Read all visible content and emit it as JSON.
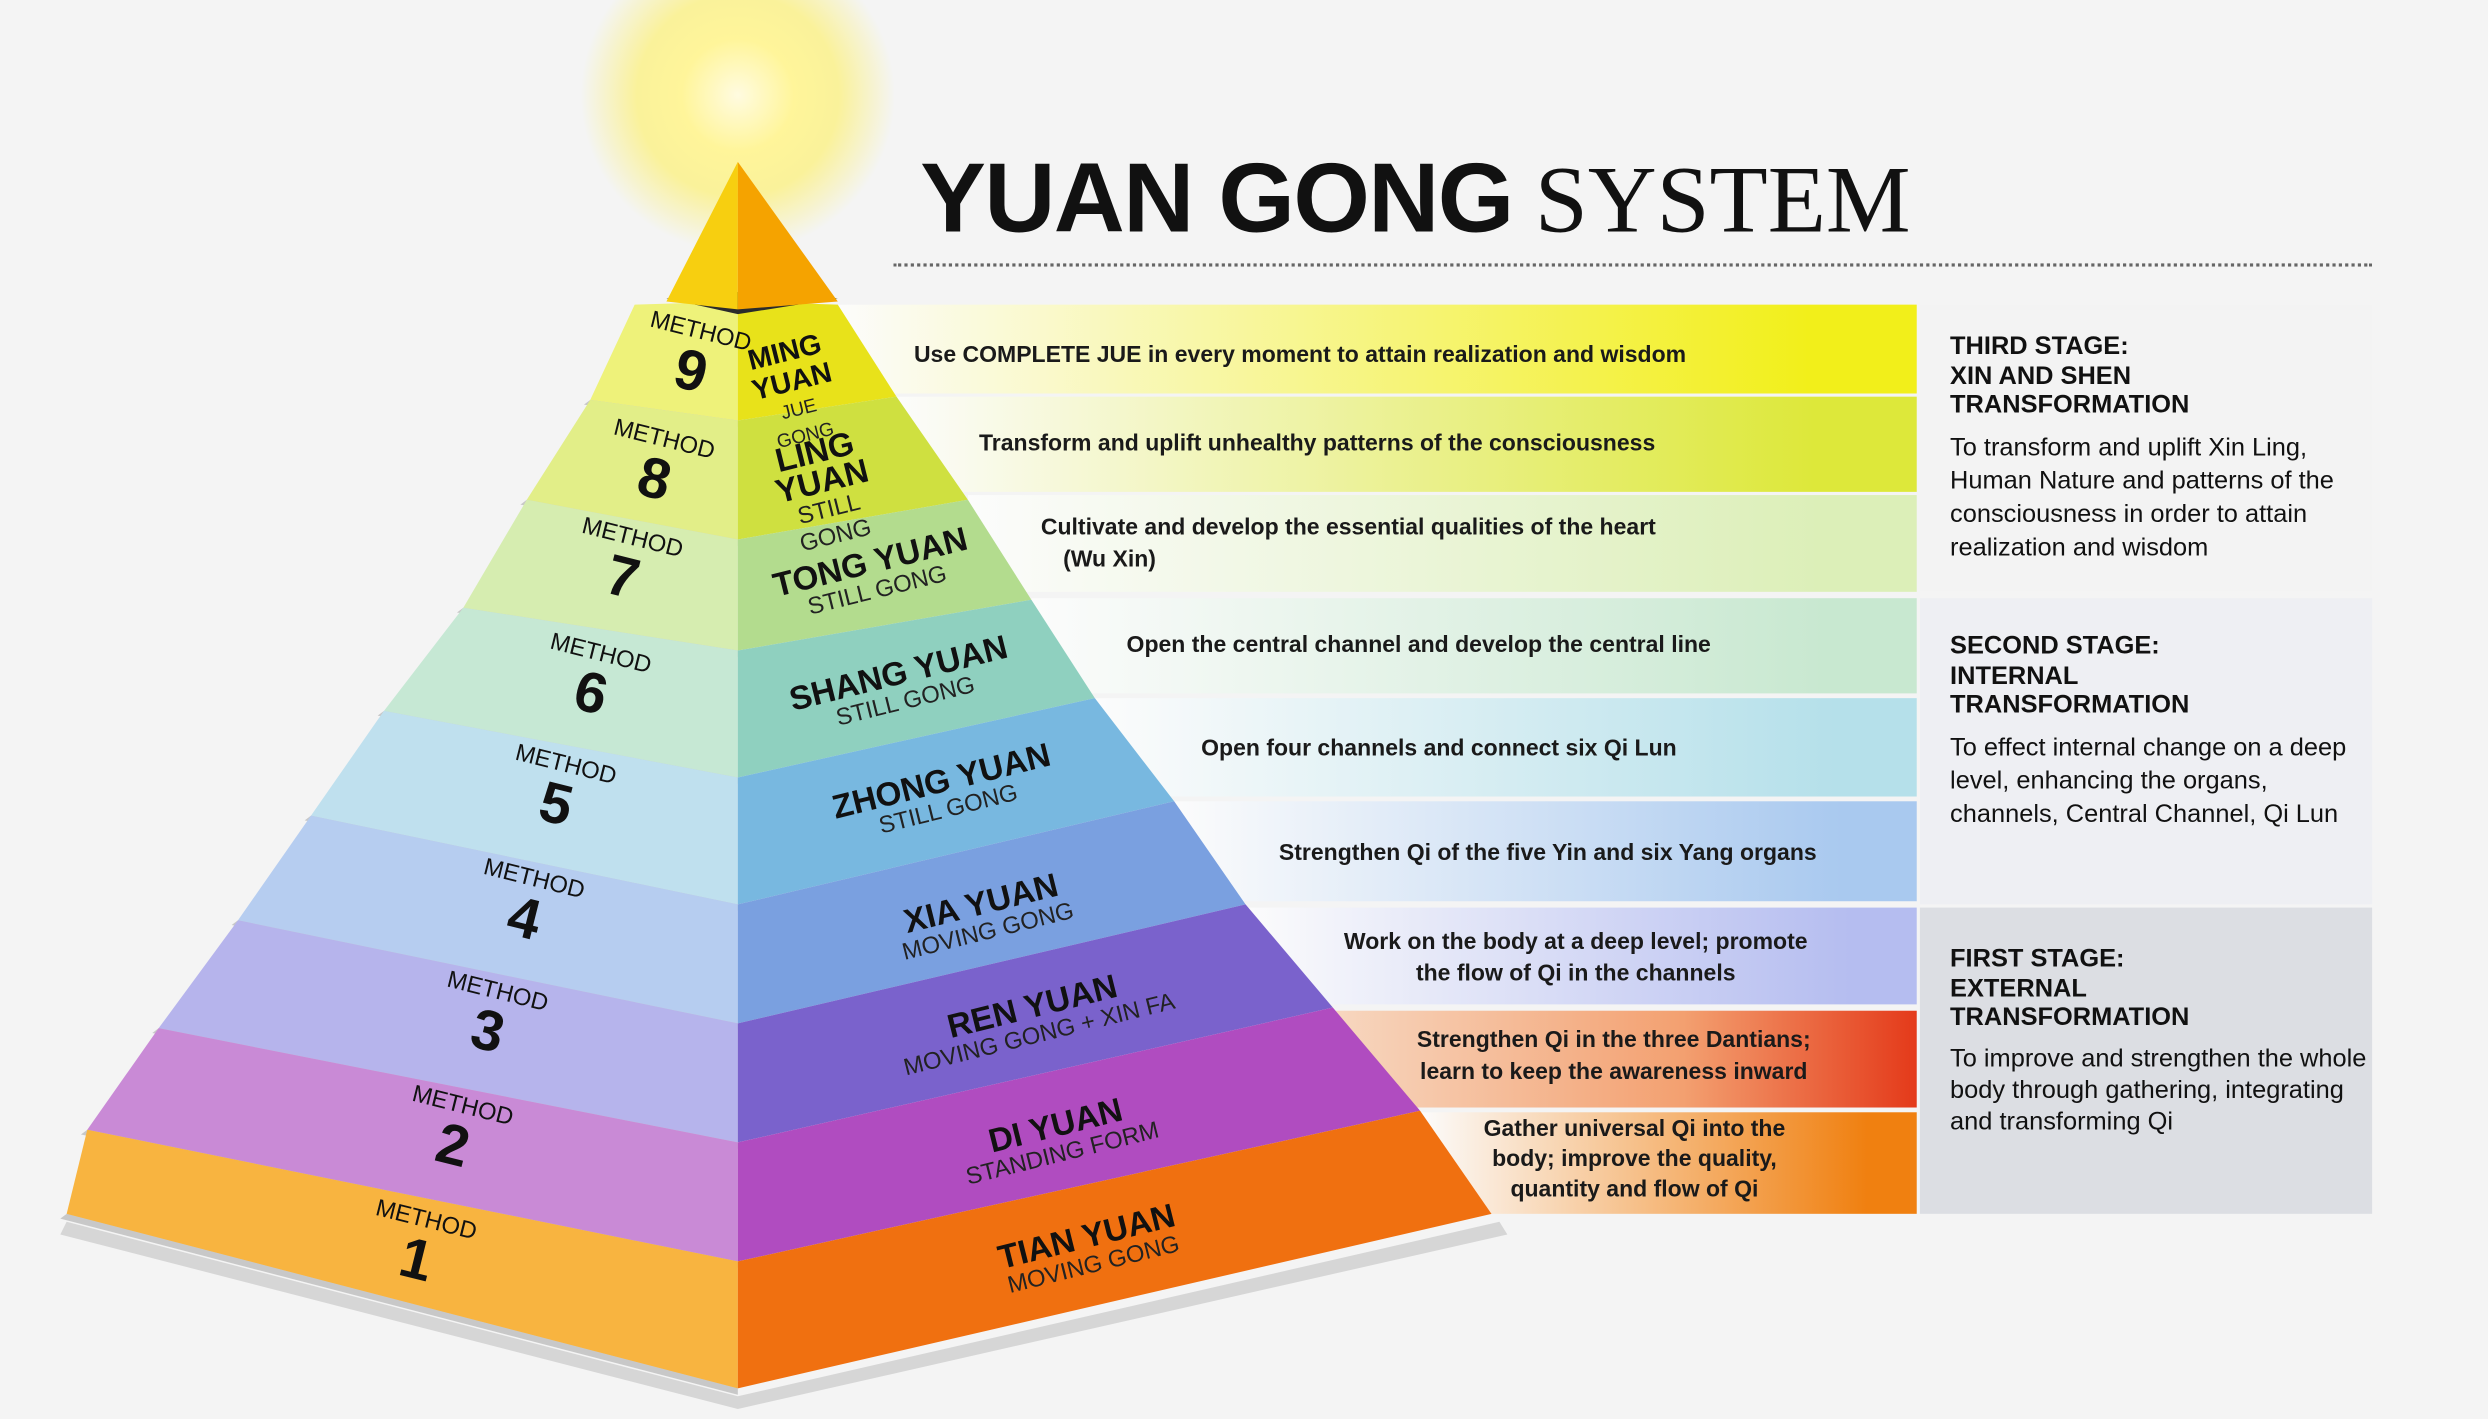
{
  "title": {
    "bold": "YUAN GONG",
    "light": "SYSTEM"
  },
  "tiers": [
    {
      "method_label": "METHOD",
      "number": "9",
      "name": "MING YUAN",
      "sub": "JUE GONG",
      "description": [
        "Use COMPLETE JUE in every moment to attain realization and wisdom"
      ]
    },
    {
      "method_label": "METHOD",
      "number": "8",
      "name": "LING YUAN",
      "sub": "STILL GONG",
      "description": [
        "Transform and uplift unhealthy patterns of the consciousness"
      ]
    },
    {
      "method_label": "METHOD",
      "number": "7",
      "name": "TONG YUAN",
      "sub": "STILL GONG",
      "description": [
        "Cultivate and develop the essential qualities of the heart",
        "(Wu Xin)"
      ]
    },
    {
      "method_label": "METHOD",
      "number": "6",
      "name": "SHANG YUAN",
      "sub": "STILL GONG",
      "description": [
        "Open the central channel and develop the central line"
      ]
    },
    {
      "method_label": "METHOD",
      "number": "5",
      "name": "ZHONG YUAN",
      "sub": "STILL GONG",
      "description": [
        "Open four channels and connect six Qi Lun"
      ]
    },
    {
      "method_label": "METHOD",
      "number": "4",
      "name": "XIA YUAN",
      "sub": "MOVING GONG",
      "description": [
        "Strengthen Qi of the five Yin and six Yang organs"
      ]
    },
    {
      "method_label": "METHOD",
      "number": "3",
      "name": "REN YUAN",
      "sub": "MOVING GONG + XIN FA",
      "description": [
        "Work on the body at a deep level; promote",
        "the flow of Qi in the channels"
      ]
    },
    {
      "method_label": "METHOD",
      "number": "2",
      "name": "DI YUAN",
      "sub": "STANDING FORM",
      "description": [
        "Strengthen Qi in the three Dantians;",
        "learn to keep the awareness inward"
      ]
    },
    {
      "method_label": "METHOD",
      "number": "1",
      "name": "TIAN YUAN",
      "sub": "MOVING GONG",
      "description": [
        "Gather universal Qi into the",
        "body; improve the quality,",
        "quantity and flow of Qi"
      ]
    }
  ],
  "stages": [
    {
      "heading": [
        "THIRD STAGE:",
        "XIN AND SHEN",
        "TRANSFORMATION"
      ],
      "body": "To transform and uplift Xin Ling, Human Nature and patterns of the consciousness in order to attain realization and wisdom"
    },
    {
      "heading": [
        "SECOND STAGE:",
        "INTERNAL",
        "TRANSFORMATION"
      ],
      "body": "To effect internal change on a deep level, enhancing the organs, channels, Central Channel, Qi Lun"
    },
    {
      "heading": [
        "FIRST STAGE:",
        "EXTERNAL",
        "TRANSFORMATION"
      ],
      "body": "To improve and strengthen the whole body through gathering, integrating and transforming Qi"
    }
  ],
  "colors": {
    "tier_left": [
      "#eef27a",
      "#e2ee88",
      "#d6edb0",
      "#c6e8d4",
      "#bfe0ee",
      "#b6cdf0",
      "#b6b4ec",
      "#c98ad6",
      "#f8b440"
    ],
    "tier_right": [
      "#e8e21a",
      "#cfe040",
      "#b3dc8e",
      "#8fd0bf",
      "#78b8e0",
      "#7aa0e0",
      "#7a62cc",
      "#b04cc0",
      "#f07010"
    ],
    "band": [
      "#f2ef1a",
      "#dde83a",
      "#dcefb8",
      "#c8e8d0",
      "#b5e0ea",
      "#a9c9ef",
      "#b5bdf0",
      "#f08a50",
      "#f08010"
    ]
  }
}
